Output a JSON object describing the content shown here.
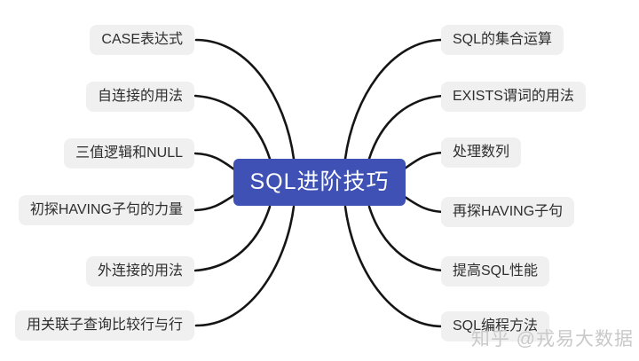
{
  "center": {
    "label": "SQL进阶技巧"
  },
  "nodes": {
    "left": [
      {
        "label": "CASE表达式"
      },
      {
        "label": "自连接的用法"
      },
      {
        "label": "三值逻辑和NULL"
      },
      {
        "label": "初探HAVING子句的力量"
      },
      {
        "label": "外连接的用法"
      },
      {
        "label": "用关联子查询比较行与行"
      }
    ],
    "right": [
      {
        "label": "SQL的集合运算"
      },
      {
        "label": "EXISTS谓词的用法"
      },
      {
        "label": "处理数列"
      },
      {
        "label": "再探HAVING子句"
      },
      {
        "label": "提高SQL性能"
      },
      {
        "label": "SQL编程方法"
      }
    ]
  },
  "watermark": {
    "text": "知乎 @戎易大数据"
  },
  "colors": {
    "center_bg": "#3f51b5",
    "center_text": "#ffffff",
    "node_bg": "#f0f0f0",
    "node_text": "#2e2e2e",
    "line": "#151515",
    "watermark_text": "#c9c9c9",
    "background": "#ffffff"
  }
}
